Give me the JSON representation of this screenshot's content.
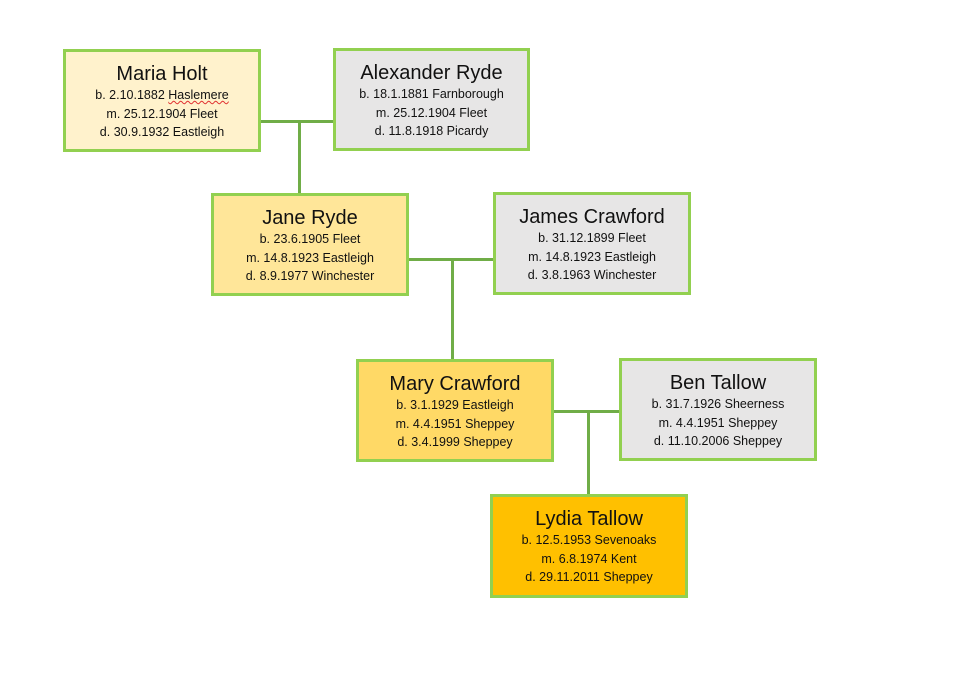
{
  "people": {
    "maria_holt": {
      "name": "Maria Holt",
      "born": "b. 2.10.1882 ",
      "born_place": "Haslemere",
      "married": "m. 25.12.1904 Fleet",
      "died": "d. 30.9.1932 Eastleigh",
      "fill": "#fff2cc"
    },
    "alexander_ryde": {
      "name": "Alexander Ryde",
      "born": "b. 18.1.1881 Farnborough",
      "married": "m. 25.12.1904 Fleet",
      "died": "d. 11.8.1918 Picardy",
      "fill": "#e7e6e6"
    },
    "jane_ryde": {
      "name": "Jane Ryde",
      "born": "b. 23.6.1905 Fleet",
      "married": "m. 14.8.1923 Eastleigh",
      "died": "d. 8.9.1977 Winchester",
      "fill": "#ffe699"
    },
    "james_crawford": {
      "name": "James Crawford",
      "born": "b. 31.12.1899 Fleet",
      "married": "m. 14.8.1923 Eastleigh",
      "died": "d. 3.8.1963 Winchester",
      "fill": "#e7e6e6"
    },
    "mary_crawford": {
      "name": "Mary Crawford",
      "born": "b. 3.1.1929 Eastleigh",
      "married": "m. 4.4.1951 Sheppey",
      "died": "d. 3.4.1999 Sheppey",
      "fill": "#ffd966"
    },
    "ben_tallow": {
      "name": "Ben Tallow",
      "born": "b. 31.7.1926 Sheerness",
      "married": "m. 4.4.1951 Sheppey",
      "died": "d. 11.10.2006 Sheppey",
      "fill": "#e7e6e6"
    },
    "lydia_tallow": {
      "name": "Lydia Tallow",
      "born": "b. 12.5.1953 Sevenoaks",
      "married": "m. 6.8.1974 Kent",
      "died": "d. 29.11.2011 Sheppey",
      "fill": "#ffc000"
    }
  },
  "colors": {
    "border": "#92d050",
    "connector": "#70ad47"
  }
}
